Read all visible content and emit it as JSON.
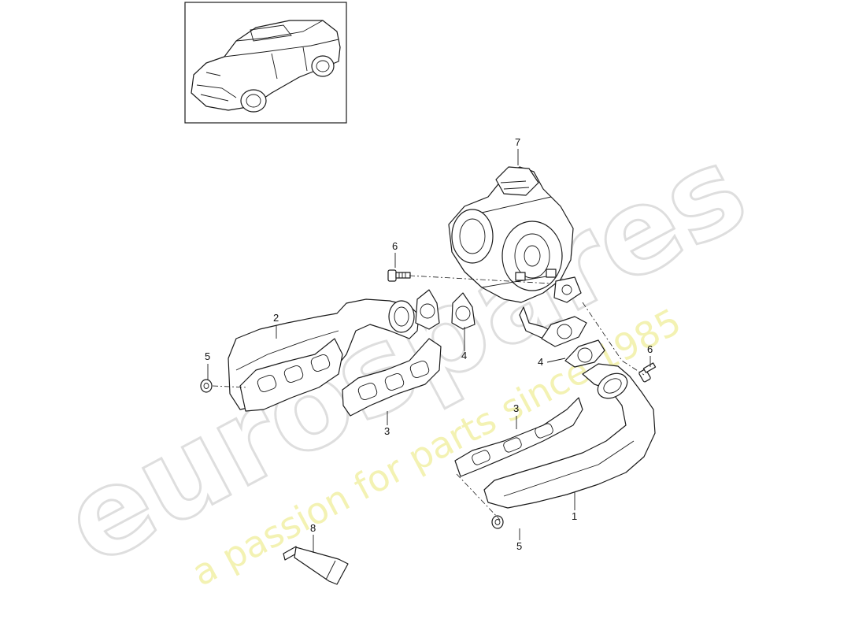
{
  "watermark": {
    "brand": "eurospares",
    "tagline": "a passion for parts since 1985"
  },
  "callouts": [
    {
      "id": "callout-1",
      "text": "1"
    },
    {
      "id": "callout-2",
      "text": "2"
    },
    {
      "id": "callout-3a",
      "text": "3"
    },
    {
      "id": "callout-3b",
      "text": "3"
    },
    {
      "id": "callout-3c",
      "text": "3"
    },
    {
      "id": "callout-4a",
      "text": "4"
    },
    {
      "id": "callout-4b",
      "text": "4"
    },
    {
      "id": "callout-5a",
      "text": "5"
    },
    {
      "id": "callout-5b",
      "text": "5"
    },
    {
      "id": "callout-6a",
      "text": "6"
    },
    {
      "id": "callout-6b",
      "text": "6"
    },
    {
      "id": "callout-7",
      "text": "7"
    },
    {
      "id": "callout-8",
      "text": "8"
    }
  ],
  "colors": {
    "line": "#1a1a1a",
    "watermark_grey": "#d9d9d9",
    "watermark_yellow": "#f2f0a6"
  }
}
